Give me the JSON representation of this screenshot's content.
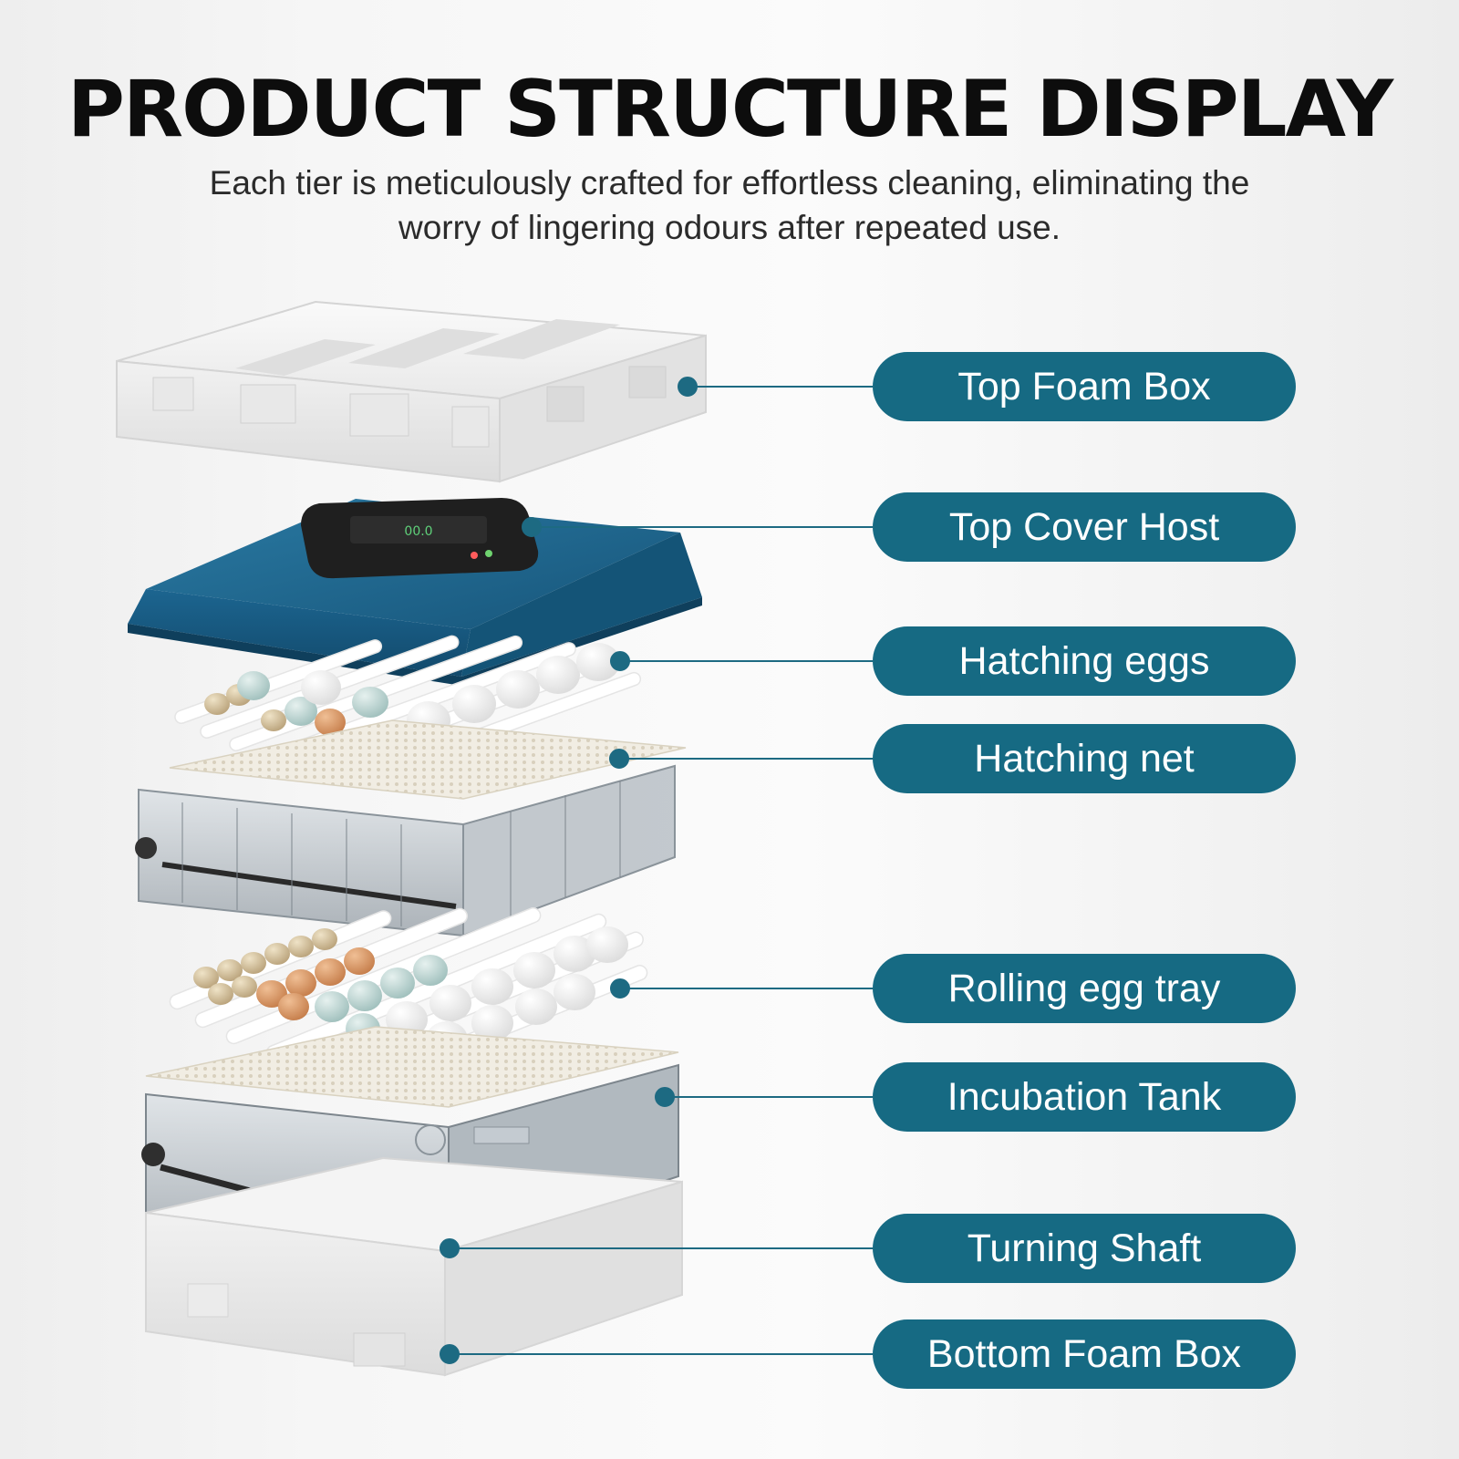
{
  "header": {
    "title": "PRODUCT STRUCTURE DISPLAY",
    "subtitle_line1": "Each tier is meticulously crafted for effortless cleaning, eliminating the",
    "subtitle_line2": "worry of lingering odours after repeated use."
  },
  "parts": [
    {
      "label": "Top Foam Box"
    },
    {
      "label": "Top Cover Host"
    },
    {
      "label": "Hatching eggs"
    },
    {
      "label": "Hatching net"
    },
    {
      "label": "Rolling egg tray"
    },
    {
      "label": "Incubation Tank"
    },
    {
      "label": "Turning Shaft"
    },
    {
      "label": "Bottom Foam Box"
    }
  ],
  "colors": {
    "label_background": "#166a83",
    "label_text": "#ffffff",
    "leader_line": "#1d6a82",
    "cover": "#1b5f86",
    "foam": "#f2f2f2"
  }
}
